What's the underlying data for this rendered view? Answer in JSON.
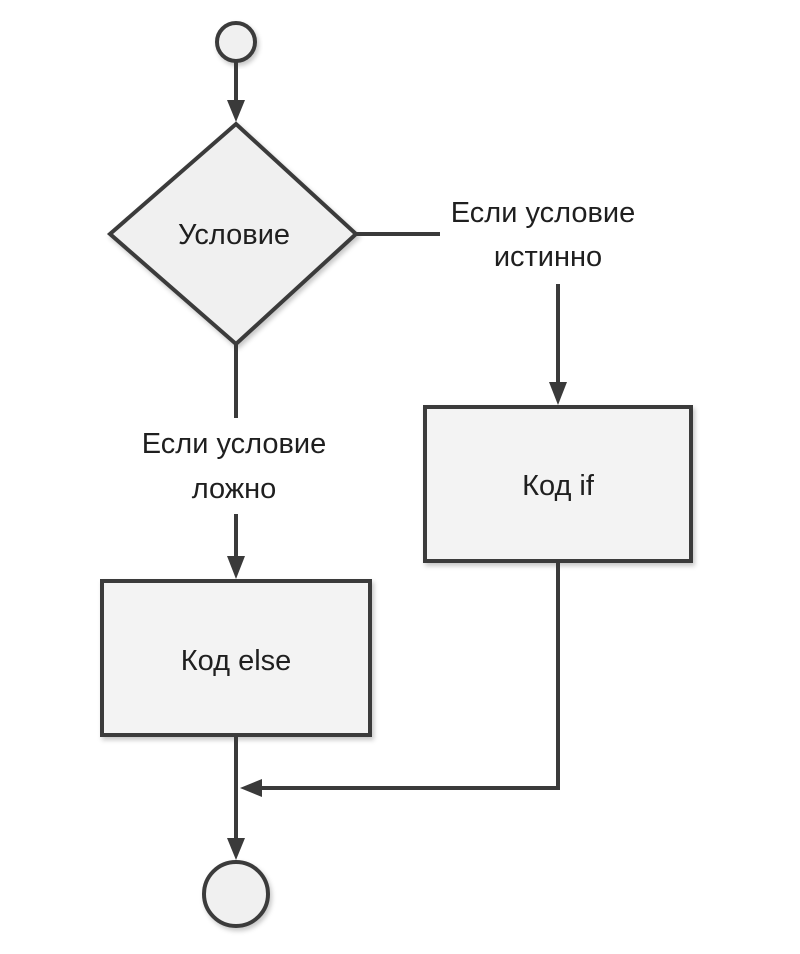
{
  "diagram": {
    "decision": {
      "label": "Условие"
    },
    "true_branch": {
      "line1": "Если условие",
      "line2": "истинно"
    },
    "false_branch": {
      "line1": "Если условие",
      "line2": "ложно"
    },
    "if_block": {
      "label": "Код if"
    },
    "else_block": {
      "label": "Код else"
    }
  },
  "colors": {
    "stroke": "#3a3a3a",
    "box_fill": "#f3f3f3",
    "node_fill": "#f0f0f0",
    "text": "#1f1f1f"
  }
}
